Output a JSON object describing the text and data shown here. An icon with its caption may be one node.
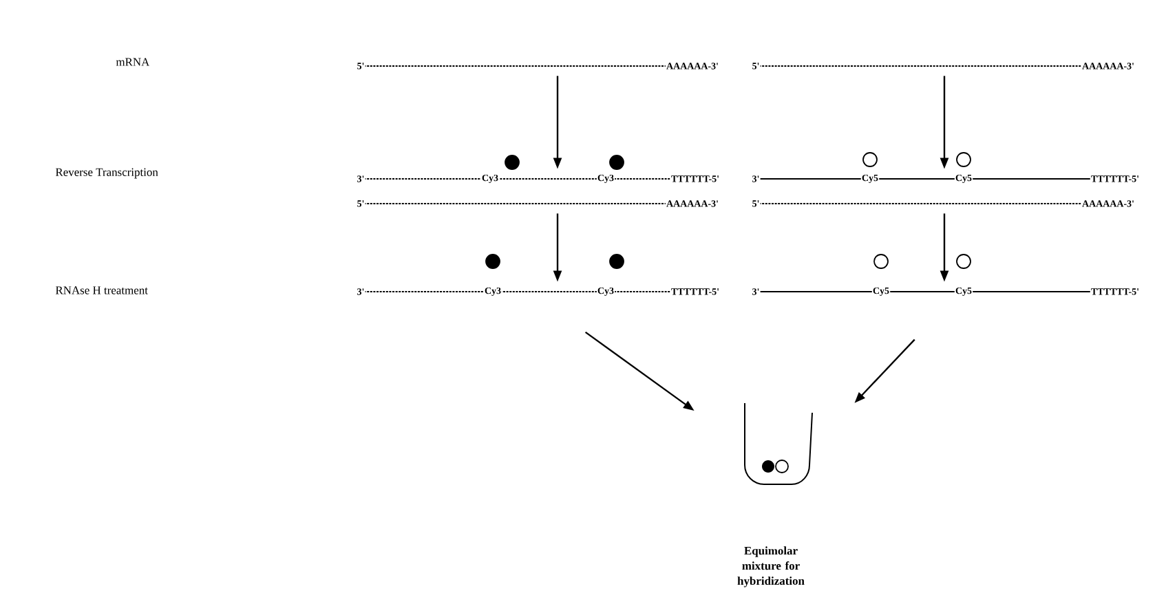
{
  "diagram": {
    "nodes": [
      {
        "text": [
          "5'",
          "AAAAAA-3'"
        ]
      },
      {
        "text": [
          "5'",
          "AAAAAA-3'"
        ]
      },
      {
        "text": [
          "3'",
          "Cy3",
          "Cy3",
          "TTTTTT-5'",
          "5'",
          "AAAAAA-3'"
        ]
      },
      {
        "text": [
          "3'",
          "Cy5",
          "Cy5",
          "TTTTTT-5'",
          "5'",
          "AAAAAA-3'"
        ]
      },
      {
        "text": [
          "3'",
          "Cy3",
          "Cy3",
          "TTTTTT-5'"
        ]
      },
      {
        "text": [
          "3'",
          "Cy5",
          "Cy5",
          "TTTTTT-5'"
        ]
      },
      {
        "text": [],
        "shape": "picture"
      }
    ],
    "edges": [
      {
        "from": 0,
        "to": 2,
        "arrow": "to"
      },
      {
        "from": 1,
        "to": 3,
        "arrow": "to"
      },
      {
        "from": 2,
        "to": 4,
        "arrow": "to"
      },
      {
        "from": 3,
        "to": 5,
        "arrow": "to"
      },
      {
        "from": 4,
        "to": 6,
        "arrow": "to"
      },
      {
        "from": 5,
        "to": 6,
        "arrow": "to"
      }
    ],
    "labels": [
      "mRNA",
      "Reverse Transcription",
      "RNAse H treatment",
      "Equimolar mixture for hybridization"
    ]
  }
}
